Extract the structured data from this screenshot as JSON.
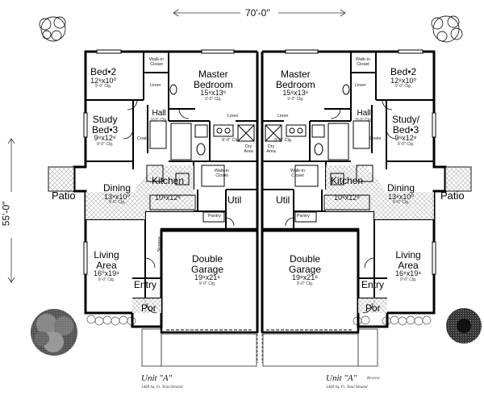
{
  "overall": {
    "width_label": "70'-0\"",
    "depth_label": "55'-0\""
  },
  "units": {
    "left": {
      "caption": "Unit \"A\"",
      "caption_suffix": "",
      "sqft": "1468 Sq. Ft. Total Heated",
      "bed2": {
        "name": "Bed•2",
        "dim": "12⁸x10⁰",
        "ceil": "9'-0\" Clg."
      },
      "master": {
        "name1": "Master",
        "name2": "Bedroom",
        "dim": "15⁸x13⁶",
        "ceil": "9'-0\" Clg."
      },
      "study": {
        "name1": "Study",
        "name2": "Bed•3",
        "dim": "9⁸x12⁸",
        "ceil": "9'-0\" Clg."
      },
      "dining": {
        "name": "Dining",
        "dim": "13⁸x10⁰",
        "ceil": "9'-0\" Clg."
      },
      "kitchen": {
        "name": "Kitchen",
        "dim": "10⁸x12⁸"
      },
      "living": {
        "name1": "Living",
        "name2": "Area",
        "dim": "16⁰x19⁸",
        "ceil": "9'-0\" Clg."
      },
      "garage": {
        "name1": "Double",
        "name2": "Garage",
        "dim": "19⁸x21⁸",
        "ceil": "9'-0\" Clg."
      },
      "util": "Util",
      "entry": "Entry",
      "por": "Por",
      "hall": {
        "name": "Hall",
        "ceil": "9'-0\" Clg."
      },
      "walkin": "Walk-in Closet",
      "walkin2": "Walk-in Closet",
      "linen": "Linen",
      "linen2": "Linen",
      "coats": "Coats",
      "pantry": "Pantry",
      "dry": "Dry Area",
      "ceil_small": "9'-0\" Clg.",
      "storage": "Storage"
    },
    "right": {
      "caption": "Unit \"A\"",
      "caption_suffix": "Reverse",
      "sqft": "1468 Sq. Ft. Total Heated",
      "bed2": {
        "name": "Bed•2",
        "dim": "12⁸x10⁰",
        "ceil": "9'-0\" Clg."
      },
      "master": {
        "name1": "Master",
        "name2": "Bedroom",
        "dim": "15⁸x13⁶",
        "ceil": "9'-0\" Clg."
      },
      "study": {
        "name1": "Study/",
        "name2": "Bed•3",
        "dim": "9⁸x12⁸",
        "ceil": "9'-0\" Clg."
      },
      "dining": {
        "name": "Dining",
        "dim": "13⁸x10⁰",
        "ceil": "9'-0\" Clg."
      },
      "kitchen": {
        "name": "Kitchen",
        "dim": "10⁸x12⁸"
      },
      "living": {
        "name1": "Living",
        "name2": "Area",
        "dim": "16⁸x19⁸",
        "ceil": "9'-0\" Clg."
      },
      "garage": {
        "name1": "Double",
        "name2": "Garage",
        "dim": "19⁸x21⁸",
        "ceil": "9'-0\" Clg."
      },
      "util": "Util",
      "entry": "Entry",
      "por": "Por",
      "hall": {
        "name": "Hall",
        "ceil": "9'-0\" Clg."
      },
      "walkin": "Walk-in Closet",
      "walkin2": "Walk-in Closet",
      "linen": "Linen",
      "linen2": "Linen",
      "coats": "Coats",
      "pantry": "Pantry",
      "dry": "Dry Area",
      "ceil_small": "9'-0\" Clg."
    }
  },
  "patio_left": "Patio",
  "patio_right": "Patio"
}
